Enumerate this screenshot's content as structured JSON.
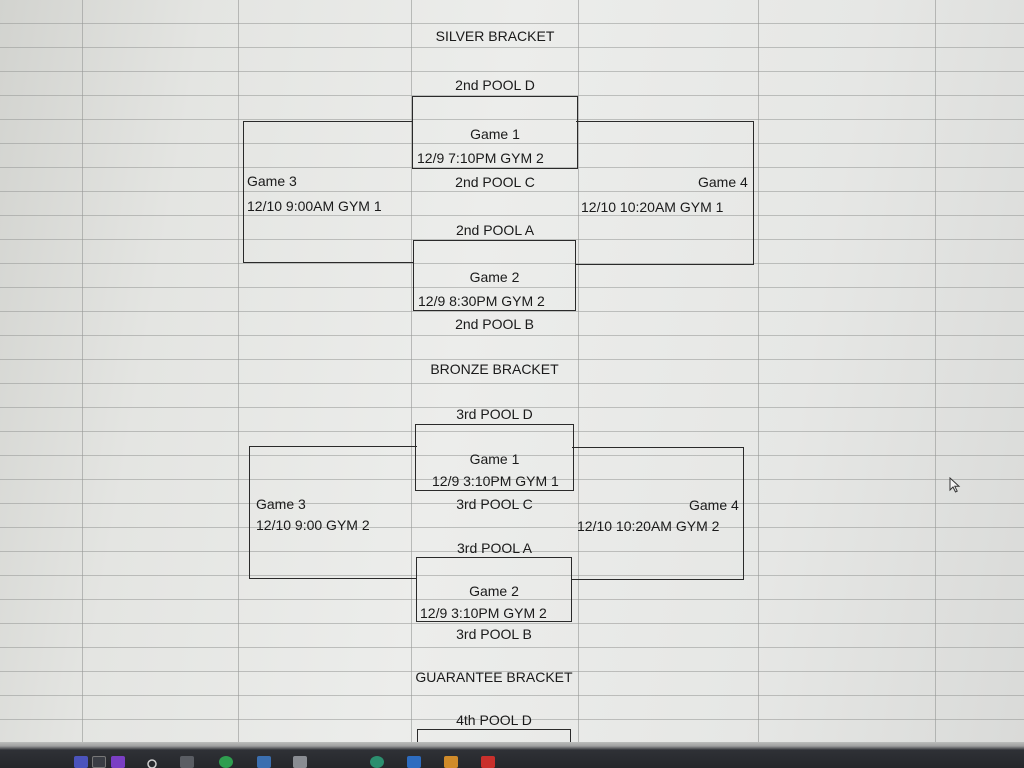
{
  "silver": {
    "title": "SILVER BRACKET",
    "game1": {
      "top_team": "2nd POOL D",
      "label": "Game 1",
      "time": "12/9 7:10PM GYM 2",
      "bottom_team": "2nd POOL C"
    },
    "game2": {
      "top_team": "2nd POOL A",
      "label": "Game 2",
      "time": "12/9 8:30PM GYM 2",
      "bottom_team": "2nd POOL B"
    },
    "game3": {
      "label": "Game 3",
      "time": "12/10 9:00AM GYM 1"
    },
    "game4": {
      "label": "Game 4",
      "time": "12/10 10:20AM GYM 1"
    }
  },
  "bronze": {
    "title": "BRONZE BRACKET",
    "game1": {
      "top_team": "3rd POOL D",
      "label": "Game 1",
      "time": "12/9 3:10PM GYM 1",
      "bottom_team": "3rd POOL C"
    },
    "game2": {
      "top_team": "3rd POOL A",
      "label": "Game 2",
      "time": "12/9 3:10PM GYM 2",
      "bottom_team": "3rd POOL B"
    },
    "game3": {
      "label": "Game 3",
      "time": "12/10 9:00 GYM 2"
    },
    "game4": {
      "label": "Game 4",
      "time": "12/10 10:20AM GYM 2"
    }
  },
  "guarantee": {
    "title": "GUARANTEE BRACKET",
    "game1": {
      "top_team": "4th POOL D"
    }
  },
  "taskbar": {
    "icons": [
      "task-view-icon",
      "teams-icon",
      "visual-studio-icon",
      "search-icon",
      "file-explorer-icon",
      "chrome-icon",
      "store-icon",
      "app-icon",
      "edge-icon",
      "mail-icon",
      "app-icon-2",
      "acrobat-icon"
    ],
    "colors": {
      "teams": "#4b53bc",
      "visual_studio": "#7b3fc4",
      "chrome": "#2f9e4f",
      "acrobat": "#c9302c"
    }
  }
}
